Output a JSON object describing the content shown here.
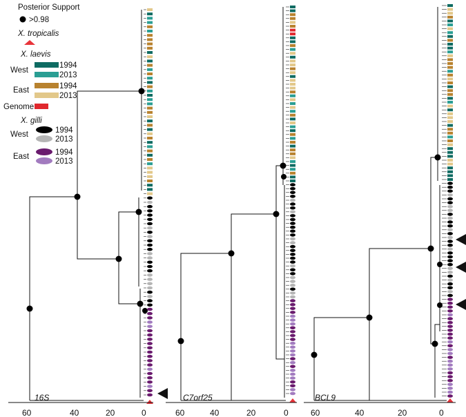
{
  "legend": {
    "support_title": "Posterior Support",
    "support_label": ">0.98",
    "tropicalis": "X. tropicalis",
    "laevis": "X. laevis",
    "gilli": "X. gilli",
    "west": "West",
    "east": "East",
    "genome": "Genome",
    "y1994": "1994",
    "y2013": "2013"
  },
  "colors": {
    "laevis_west_1994": "#0e6b62",
    "laevis_west_2013": "#2a9e93",
    "laevis_east_1994": "#b8822e",
    "laevis_east_2013": "#e2c88a",
    "genome": "#e0282d",
    "gilli_west_1994": "#000000",
    "gilli_west_2013": "#b5b5b5",
    "gilli_east_1994": "#6a1b6e",
    "gilli_east_2013": "#a27bbf",
    "tropicalis": "#e8343a"
  },
  "panels": [
    {
      "gene": "16S",
      "ticks": [
        "60",
        "40",
        "20",
        "0"
      ],
      "arrows": 1
    },
    {
      "gene": "C7orf25",
      "ticks": [
        "60",
        "40",
        "20",
        "0"
      ],
      "arrows": 0
    },
    {
      "gene": "BCL9",
      "ticks": [
        "60",
        "40",
        "20",
        "0"
      ],
      "arrows": 3
    }
  ]
}
